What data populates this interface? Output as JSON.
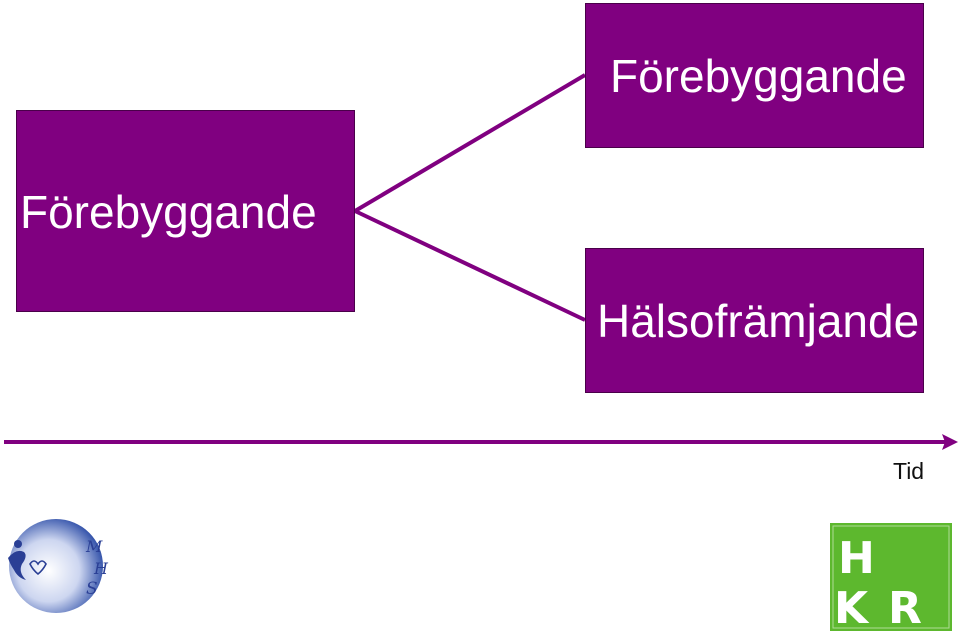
{
  "diagram": {
    "source_box": {
      "label": "Förebyggande"
    },
    "branch_top": {
      "label": "Förebyggande"
    },
    "branch_bottom": {
      "label": "Hälsofrämjande"
    },
    "timeline": {
      "label": "Tid"
    },
    "colors": {
      "box_fill": "#800080",
      "connector": "#800080",
      "box_text": "#ffffff",
      "hkr_green": "#5db82e"
    }
  },
  "logos": {
    "left": {
      "icon": "mhs-logo",
      "letters": [
        "M",
        "H",
        "S"
      ]
    },
    "right": {
      "icon": "hkr-logo",
      "letters": [
        "H",
        "K",
        "R"
      ]
    }
  }
}
